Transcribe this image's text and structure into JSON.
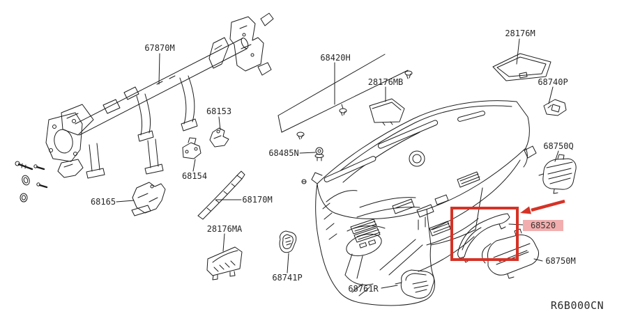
{
  "diagram_code": "R6B000CN",
  "labels": {
    "p67870M": "67870M",
    "p68420H": "68420H",
    "p28176MB": "28176MB",
    "p28176M": "28176M",
    "p68740P": "68740P",
    "p68153": "68153",
    "p68485N": "68485N",
    "p68750Q": "68750Q",
    "p68154": "68154",
    "p68165": "68165",
    "p68170M": "68170M",
    "p28176MA": "28176MA",
    "p68520": "68520",
    "p68750M": "68750M",
    "p68741P": "68741P",
    "p68761R": "68761R"
  },
  "highlight": {
    "selected_part": "68520",
    "box_color": "#d63226",
    "label_bg": "#f2aeae"
  },
  "colors": {
    "background": "#ffffff",
    "line_art": "#1c1c1c",
    "label_text": "#262626"
  }
}
